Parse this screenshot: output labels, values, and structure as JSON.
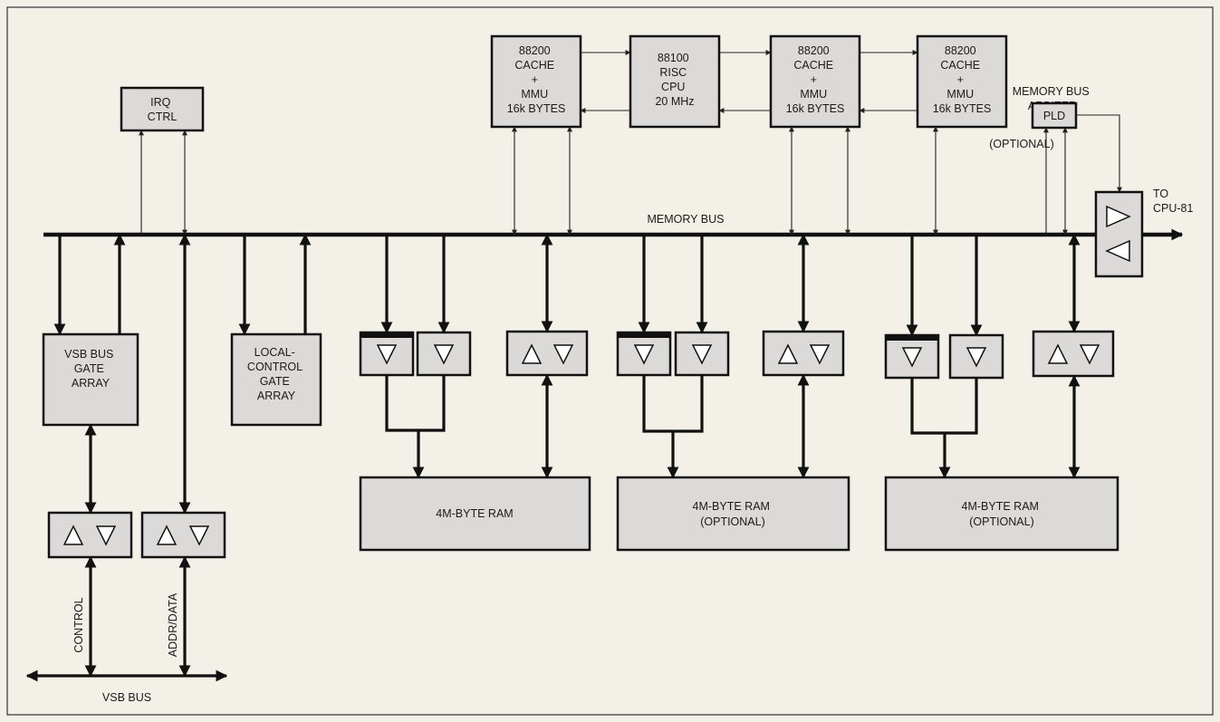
{
  "blocks": {
    "cache1": [
      "88200",
      "CACHE",
      "+",
      "MMU",
      "16k BYTES"
    ],
    "cpu": [
      "88100",
      "RISC",
      "CPU",
      "20 MHz"
    ],
    "cache2": [
      "88200",
      "CACHE",
      "+",
      "MMU",
      "16k BYTES"
    ],
    "cache3": [
      "88200",
      "CACHE",
      "+",
      "MMU",
      "16k BYTES"
    ],
    "irq": [
      "IRQ",
      "CTRL"
    ],
    "vsb_gate": [
      "VSB BUS",
      "GATE",
      "ARRAY"
    ],
    "local_gate": [
      "LOCAL-",
      "CONTROL",
      "GATE",
      "ARRAY"
    ],
    "pld": "PLD",
    "ram1": [
      "4M-BYTE RAM"
    ],
    "ram2": [
      "4M-BYTE RAM",
      "(OPTIONAL)"
    ],
    "ram3": [
      "4M-BYTE RAM",
      "(OPTIONAL)"
    ]
  },
  "labels": {
    "optional": "(OPTIONAL)",
    "arbiter": [
      "MEMORY BUS",
      "ARBITER"
    ],
    "to_cpu": [
      "TO",
      "CPU-81"
    ],
    "memory_bus": "MEMORY BUS",
    "vsb_bus": "VSB BUS",
    "control": "CONTROL",
    "addr_data": "ADDR/DATA"
  },
  "colors": {
    "background": "#f3f0e8",
    "block_fill": "#dcdad9",
    "line": "#111111"
  }
}
